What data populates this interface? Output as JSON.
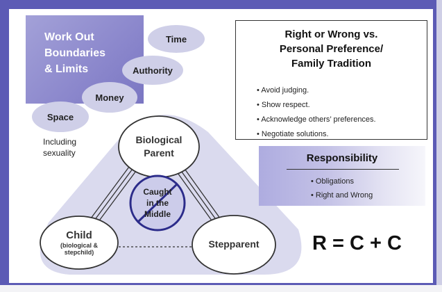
{
  "boundaries": {
    "title_line1": "Work Out",
    "title_line2": "Boundaries",
    "title_line3": "& Limits",
    "ovals": {
      "time": "Time",
      "authority": "Authority",
      "money": "Money",
      "space": "Space"
    },
    "note_line1": "Including",
    "note_line2": "sexuality"
  },
  "right_wrong": {
    "title_line1": "Right or Wrong vs.",
    "title_line2": "Personal Preference/",
    "title_line3": "Family Tradition",
    "items": [
      "Avoid judging.",
      "Show respect.",
      "Acknowledge others’ preferences.",
      "Negotiate solutions."
    ]
  },
  "responsibility": {
    "title": "Responsibility",
    "items": [
      "Obligations",
      "Right and Wrong"
    ]
  },
  "formula": "R = C + C",
  "triangle": {
    "biological_line1": "Biological",
    "biological_line2": "Parent",
    "child_title": "Child",
    "child_sub1": "(biological &",
    "child_sub2": "stepchild)",
    "stepparent": "Stepparent",
    "center_line1": "Caught",
    "center_line2": "in the",
    "center_line3": "Middle"
  },
  "colors": {
    "frame": "#5c5bb5",
    "lavender": "#cfcfe8",
    "triangle_fill": "#dadaee",
    "prohibition": "#2c2c8a"
  }
}
